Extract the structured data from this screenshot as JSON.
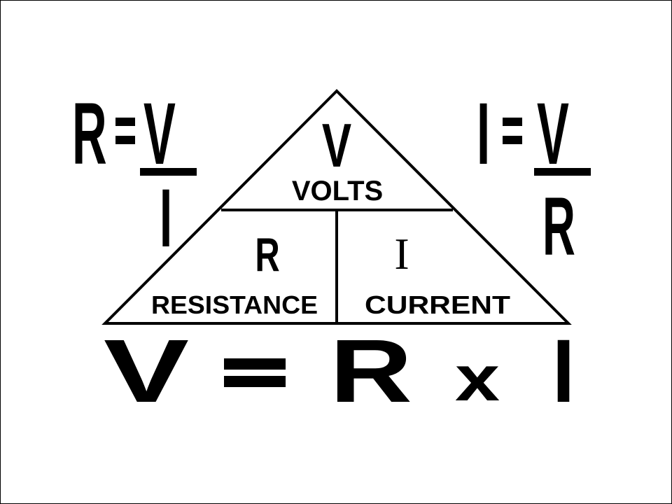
{
  "left_formula": {
    "lhs": "R",
    "equals": "=",
    "numerator": "V",
    "denominator": "I"
  },
  "right_formula": {
    "lhs": "I",
    "equals": "=",
    "numerator": "V",
    "denominator": "R"
  },
  "triangle": {
    "top_symbol": "V",
    "top_label": "VOLTS",
    "left_symbol": "R",
    "left_label": "RESISTANCE",
    "right_symbol": "I",
    "right_label": "CURRENT"
  },
  "main_equation": {
    "v": "V",
    "equals": "=",
    "r": "R",
    "times": "x",
    "i": "I"
  }
}
